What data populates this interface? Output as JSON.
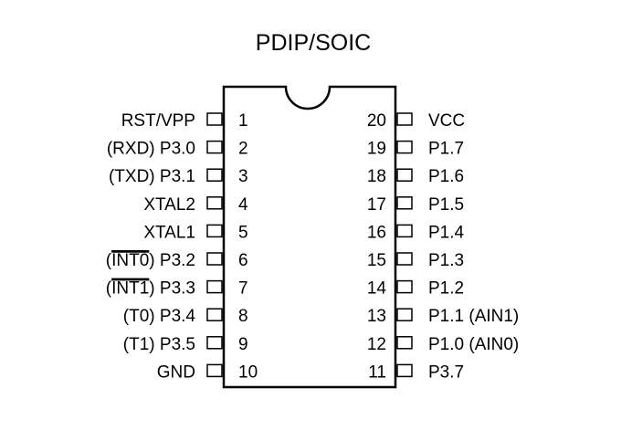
{
  "title": "PDIP/SOIC",
  "left_pins": [
    {
      "number": "1",
      "label": "RST/VPP",
      "overline": "",
      "tail": ""
    },
    {
      "number": "2",
      "label": "(RXD) P3.0",
      "overline": "",
      "tail": ""
    },
    {
      "number": "3",
      "label": "(TXD) P3.1",
      "overline": "",
      "tail": ""
    },
    {
      "number": "4",
      "label": "XTAL2",
      "overline": "",
      "tail": ""
    },
    {
      "number": "5",
      "label": "XTAL1",
      "overline": "",
      "tail": ""
    },
    {
      "number": "6",
      "label": "(",
      "overline": "INT0",
      "tail": ") P3.2"
    },
    {
      "number": "7",
      "label": "(",
      "overline": "INT1",
      "tail": ") P3.3"
    },
    {
      "number": "8",
      "label": "(T0) P3.4",
      "overline": "",
      "tail": ""
    },
    {
      "number": "9",
      "label": "(T1) P3.5",
      "overline": "",
      "tail": ""
    },
    {
      "number": "10",
      "label": "GND",
      "overline": "",
      "tail": ""
    }
  ],
  "right_pins": [
    {
      "number": "20",
      "label": "VCC"
    },
    {
      "number": "19",
      "label": "P1.7"
    },
    {
      "number": "18",
      "label": "P1.6"
    },
    {
      "number": "17",
      "label": "P1.5"
    },
    {
      "number": "16",
      "label": "P1.4"
    },
    {
      "number": "15",
      "label": "P1.3"
    },
    {
      "number": "14",
      "label": "P1.2"
    },
    {
      "number": "13",
      "label": "P1.1 (AIN1)"
    },
    {
      "number": "12",
      "label": "P1.0 (AIN0)"
    },
    {
      "number": "11",
      "label": "P3.7"
    }
  ]
}
